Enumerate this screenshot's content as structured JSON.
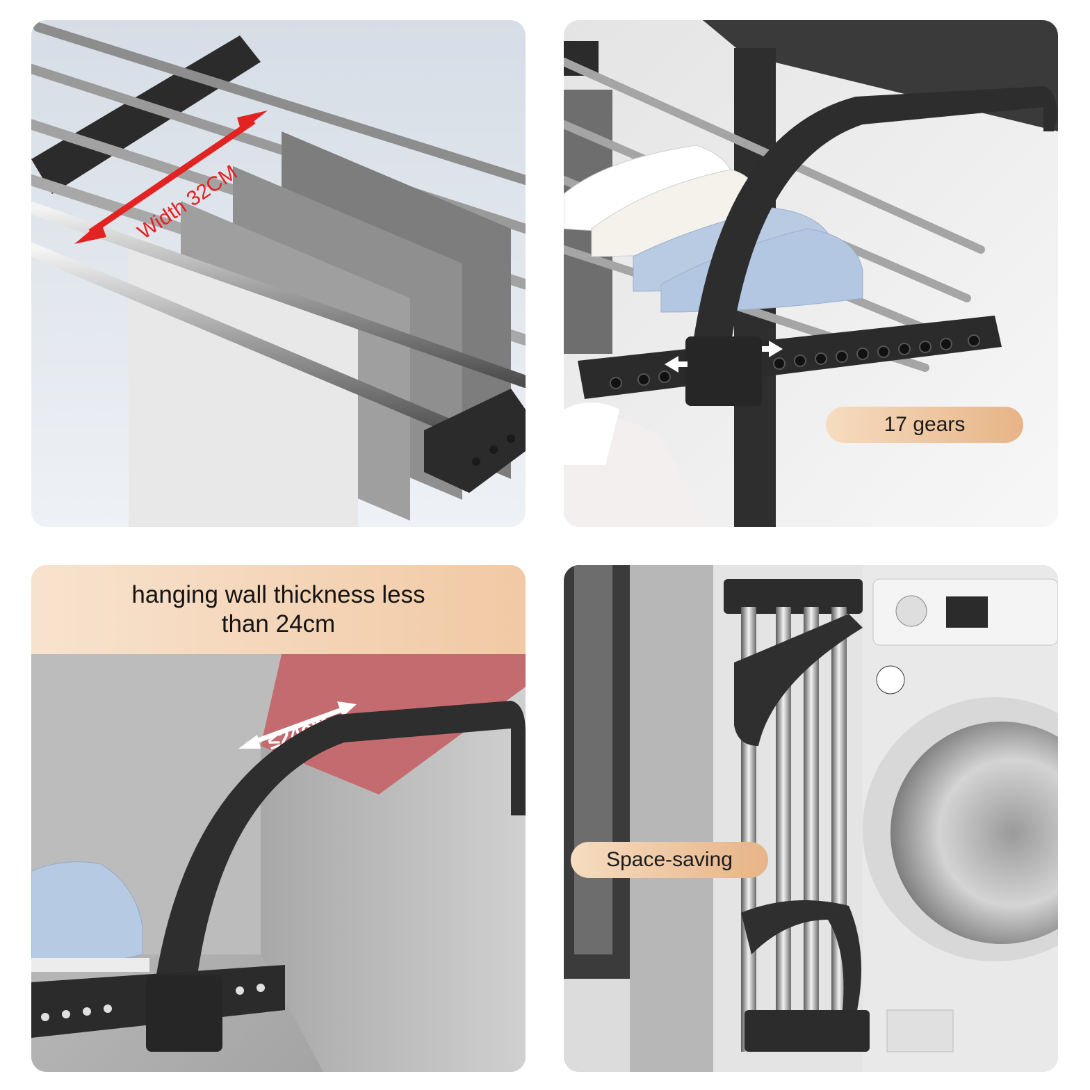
{
  "panels": {
    "width_panel": {
      "dimension_label": "Width 32CM"
    },
    "gears_panel": {
      "label": "17 gears"
    },
    "wall_panel": {
      "banner_line1": "hanging wall thickness less",
      "banner_line2": "than 24cm",
      "dimension_label": "≤24cm"
    },
    "space_panel": {
      "label": "Space-saving"
    }
  },
  "colors": {
    "accent_red": "#e32222",
    "pill_gradient_start": "#f6dcc0",
    "pill_gradient_end": "#e7b487",
    "rack_black": "#2b2b2b"
  },
  "icons": [
    "double-arrow-icon",
    "left-arrow-icon",
    "right-arrow-icon"
  ]
}
